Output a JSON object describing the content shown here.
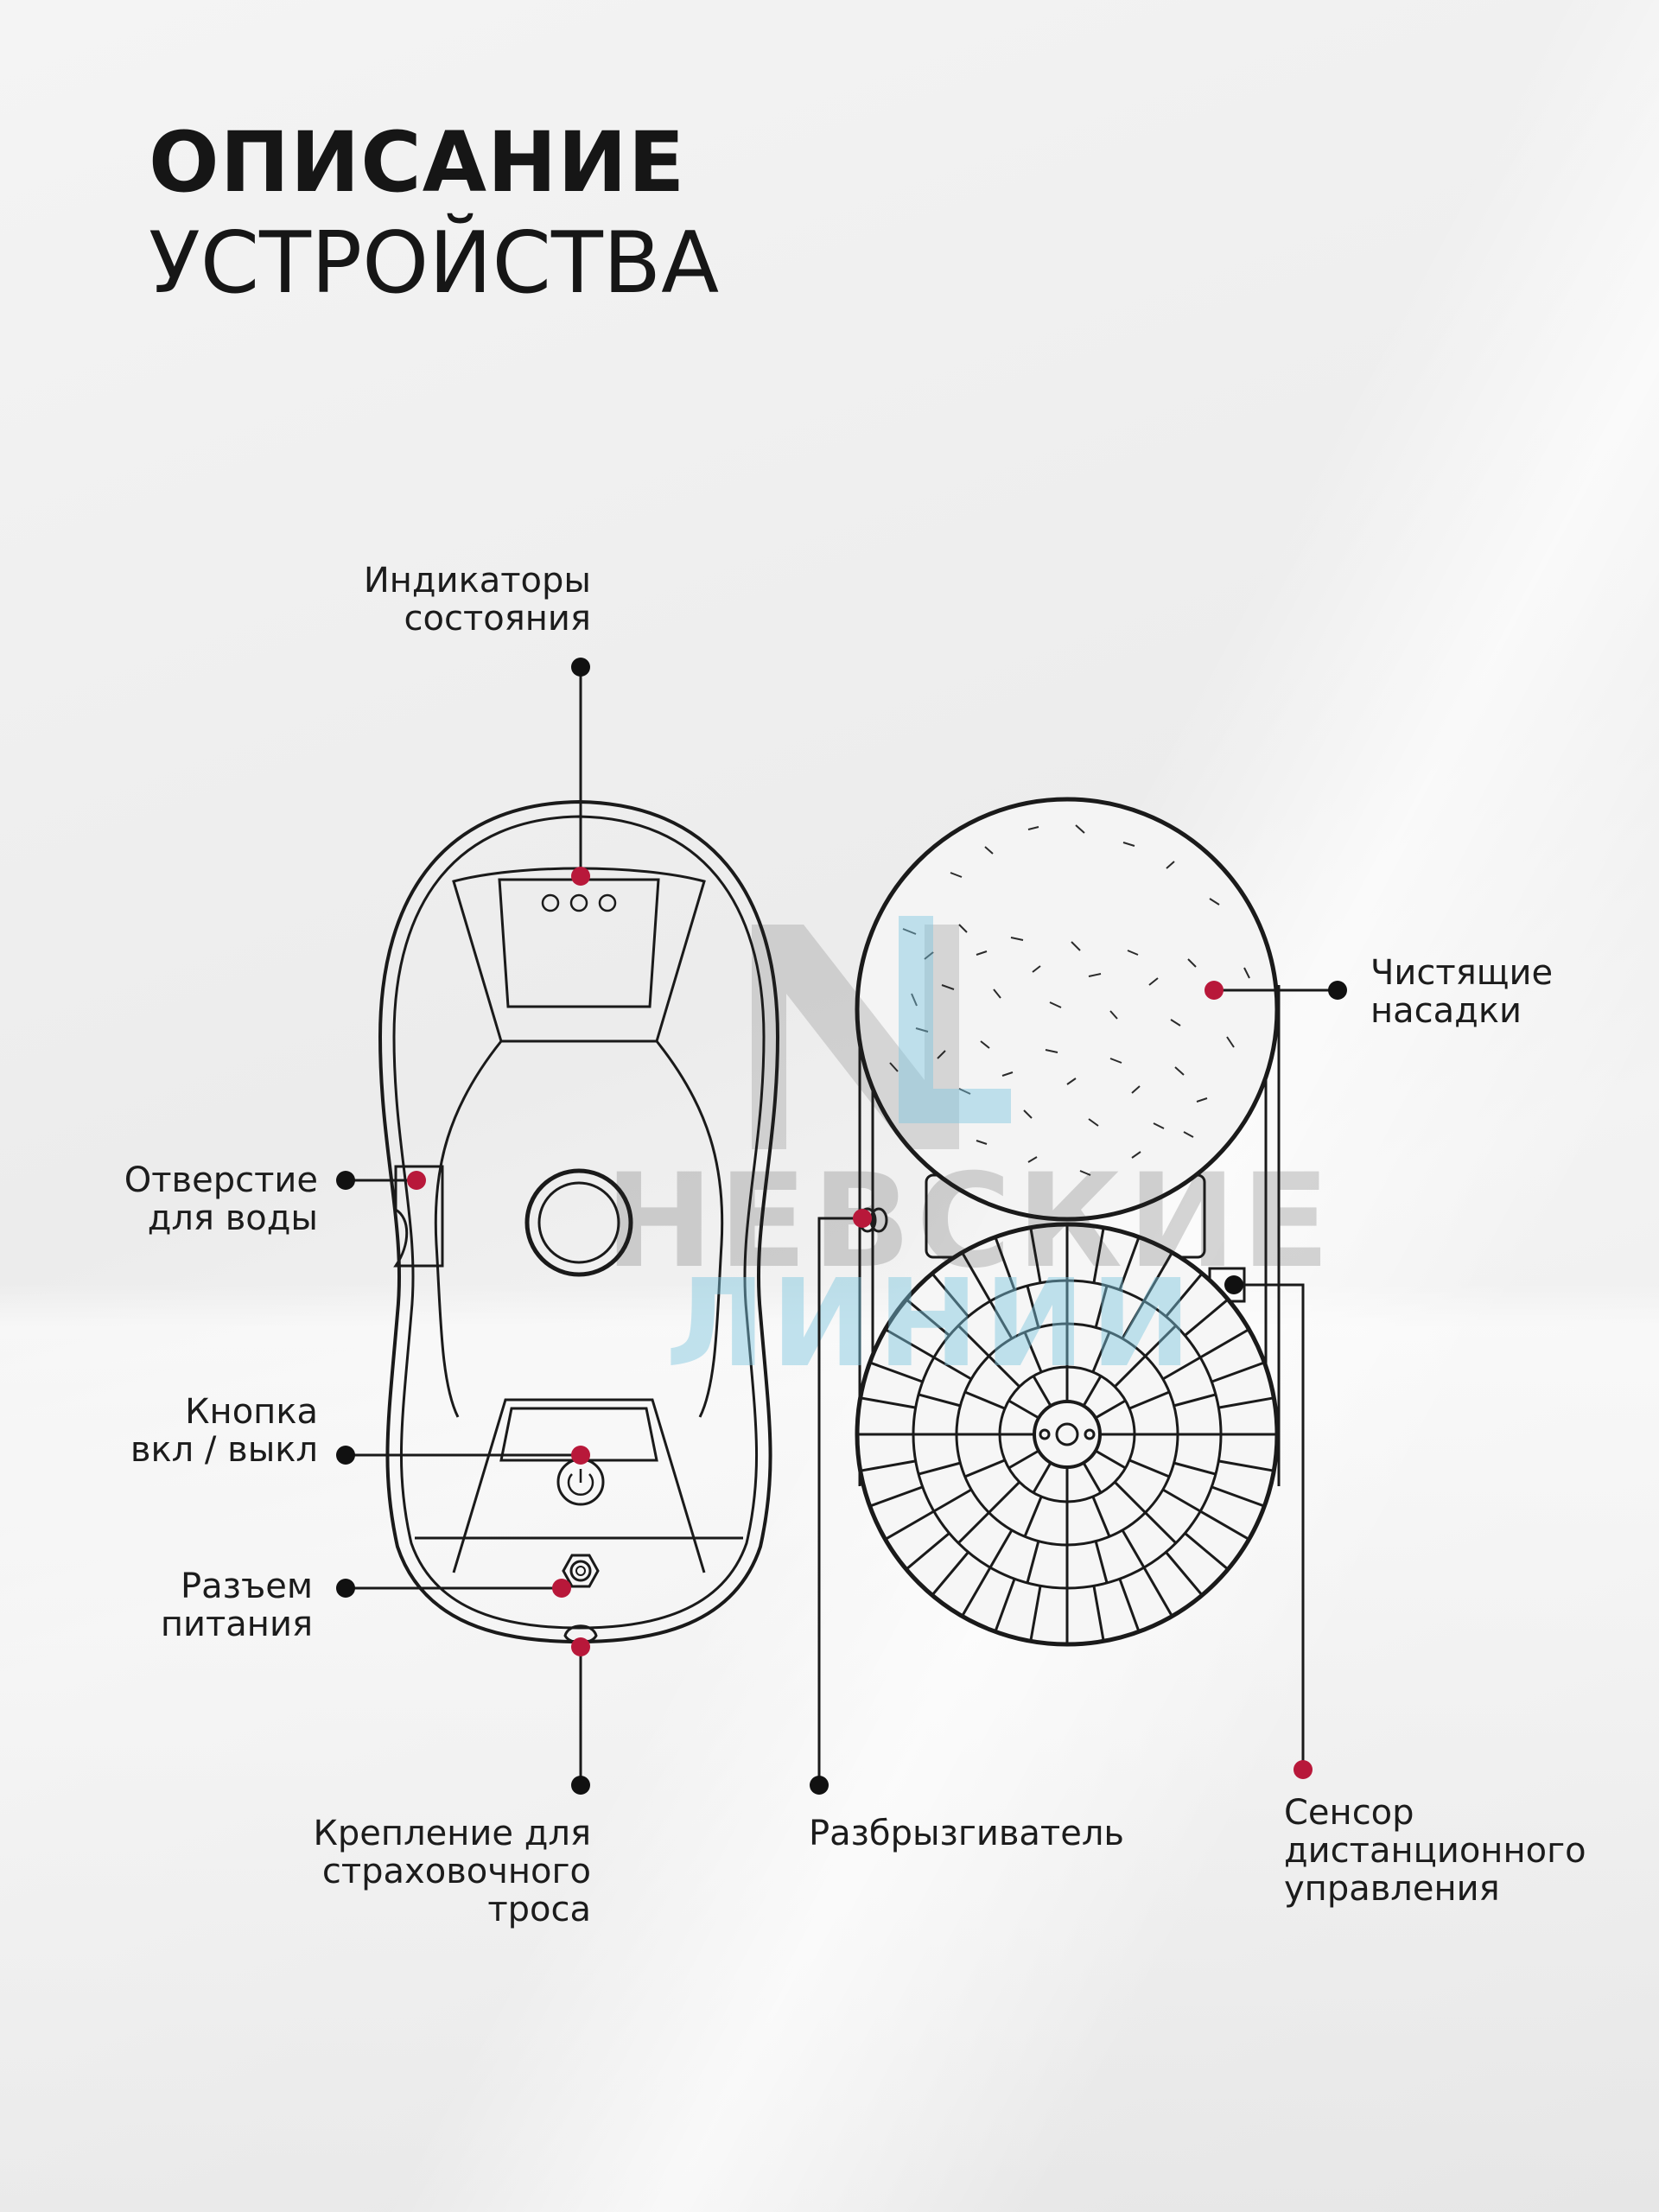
{
  "title": {
    "line1": "ОПИСАНИЕ",
    "line2": "УСТРОЙСТВА"
  },
  "labels": {
    "indicators": [
      "Индикаторы",
      "состояния"
    ],
    "cleaning_pads": [
      "Чистящие",
      "насадки"
    ],
    "water_hole": [
      "Отверстие",
      "для воды"
    ],
    "power_button": [
      "Кнопка",
      "вкл / выкл"
    ],
    "power_connector": [
      "Разъем",
      "питания"
    ],
    "safety_rope_mount": [
      "Крепление для",
      "страховочного",
      "троса"
    ],
    "sprayer": [
      "Разбрызгиватель"
    ],
    "remote_sensor": [
      "Сенсор",
      "дистанционного",
      "управления"
    ]
  },
  "watermark": {
    "line1": "НЕВСКИЕ",
    "line2": "ЛИНИИ",
    "logo": "NL"
  },
  "colors": {
    "accent": "#b8183a",
    "line": "#1a1a1a",
    "watermark_blue": "#7cc6df"
  }
}
